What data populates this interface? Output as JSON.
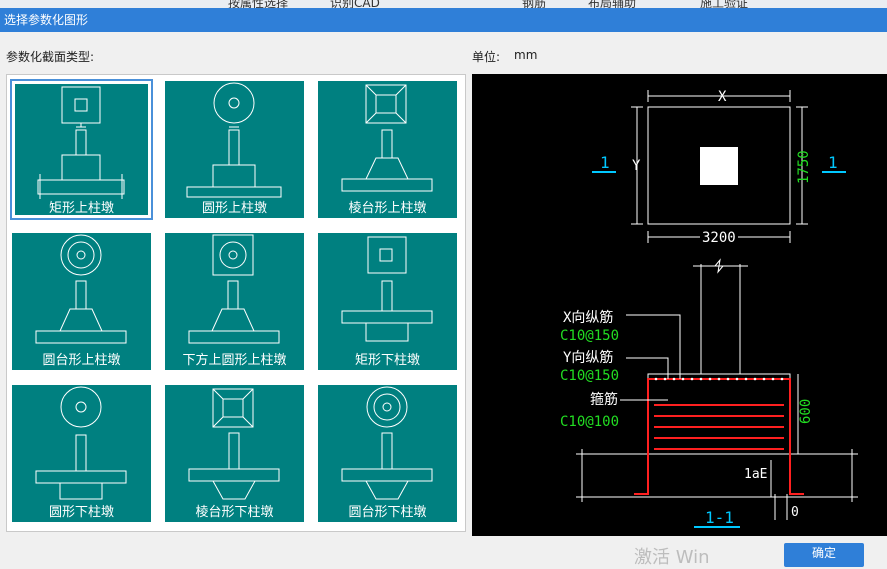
{
  "background": {
    "items": [
      "按属性选择",
      "识别CAD",
      "钢筋",
      "布局辅助",
      "施工验证"
    ]
  },
  "dialog": {
    "title": "选择参数化图形",
    "section_type_label": "参数化截面类型:",
    "unit_label": "单位:",
    "unit_value": "mm",
    "ok_button": "确定",
    "watermark": "激活 Win"
  },
  "tiles": [
    {
      "label": "矩形上柱墩",
      "selected": true
    },
    {
      "label": "圆形上柱墩",
      "selected": false
    },
    {
      "label": "棱台形上柱墩",
      "selected": false
    },
    {
      "label": "圆台形上柱墩",
      "selected": false
    },
    {
      "label": "下方上圆形上柱墩",
      "selected": false
    },
    {
      "label": "矩形下柱墩",
      "selected": false
    },
    {
      "label": "圆形下柱墩",
      "selected": false
    },
    {
      "label": "棱台形下柱墩",
      "selected": false
    },
    {
      "label": "圆台形下柱墩",
      "selected": false
    }
  ],
  "drawing": {
    "dim_x": "X",
    "dim_y": "Y",
    "width_value": "3200",
    "height_value": "1750",
    "section_mark_left": "1",
    "section_mark_right": "1",
    "x_rebar_label": "X向纵筋",
    "x_rebar_value": "C10@150",
    "y_rebar_label": "Y向纵筋",
    "y_rebar_value": "C10@150",
    "stirrup_label": "箍筋",
    "stirrup_value": "C10@100",
    "depth_value": "600",
    "lae_label": "1aE",
    "zero_label": "0",
    "section_title": "1-1"
  },
  "colors": {
    "accent": "#2f7fd8",
    "tile_bg": "#008080",
    "rebar": "#ff2020",
    "dim_green": "#22dd22",
    "mark_cyan": "#00c8ff"
  }
}
